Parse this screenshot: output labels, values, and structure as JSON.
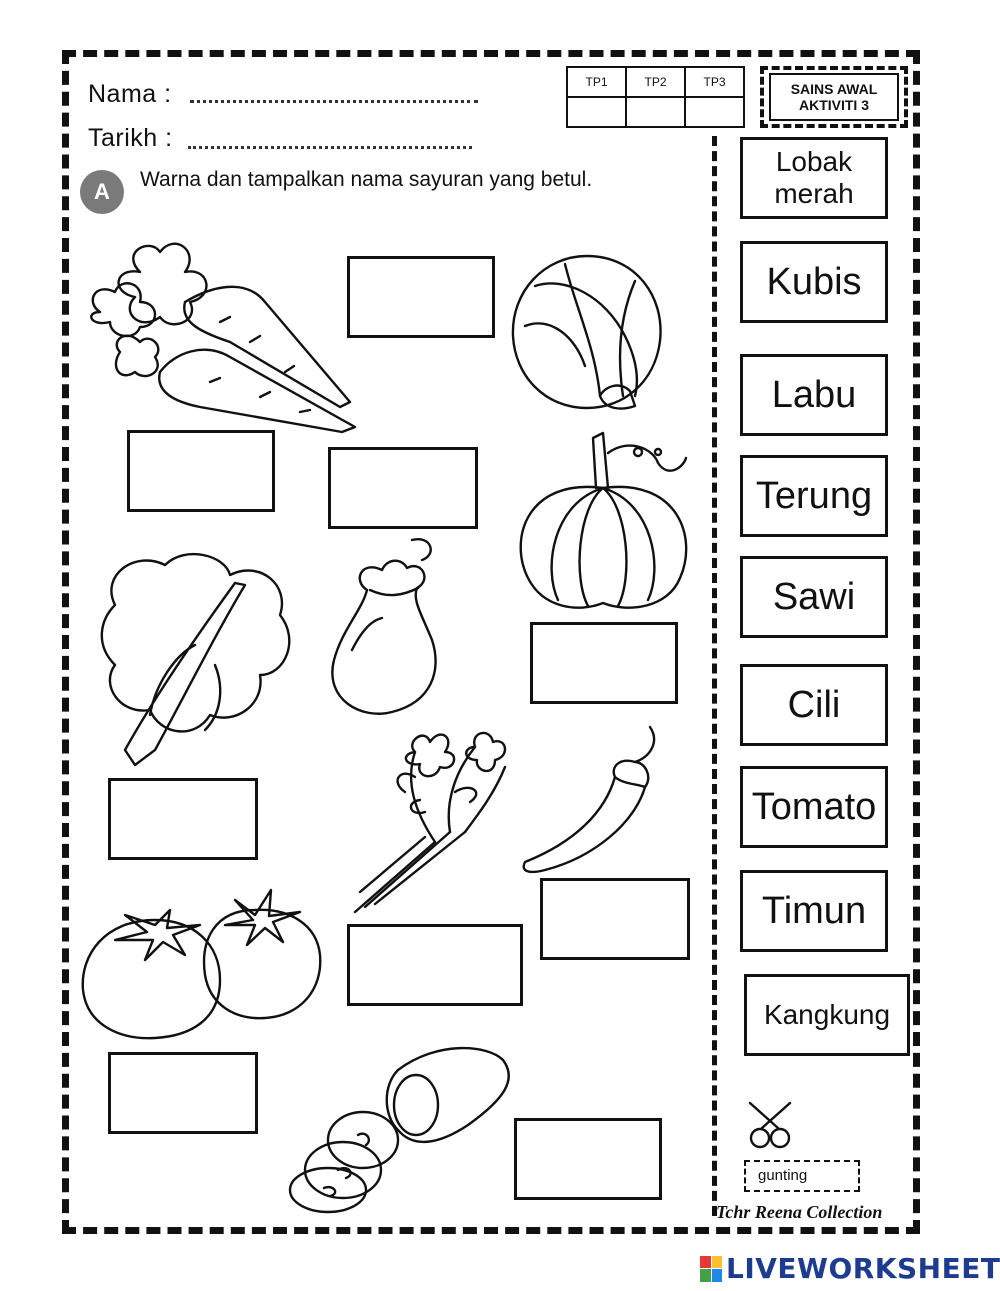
{
  "header": {
    "name_label": "Nama :",
    "date_label": "Tarikh :",
    "tp_columns": [
      "TP1",
      "TP2",
      "TP3"
    ],
    "title_line1": "SAINS AWAL",
    "title_line2": "AKTIVITI 3"
  },
  "section": {
    "badge": "A",
    "instruction": "Warna dan tampalkan nama sayuran yang betul."
  },
  "word_cards": [
    "Lobak merah",
    "Kubis",
    "Labu",
    "Terung",
    "Sawi",
    "Cili",
    "Tomato",
    "Timun",
    "Kangkung"
  ],
  "scissors_label": "gunting",
  "credit": "Tchr Reena Collection",
  "footer": {
    "brand": "LIVEWORKSHEETS",
    "logo_colors": [
      "#e53935",
      "#fbc02d",
      "#43a047",
      "#1e88e5"
    ]
  }
}
